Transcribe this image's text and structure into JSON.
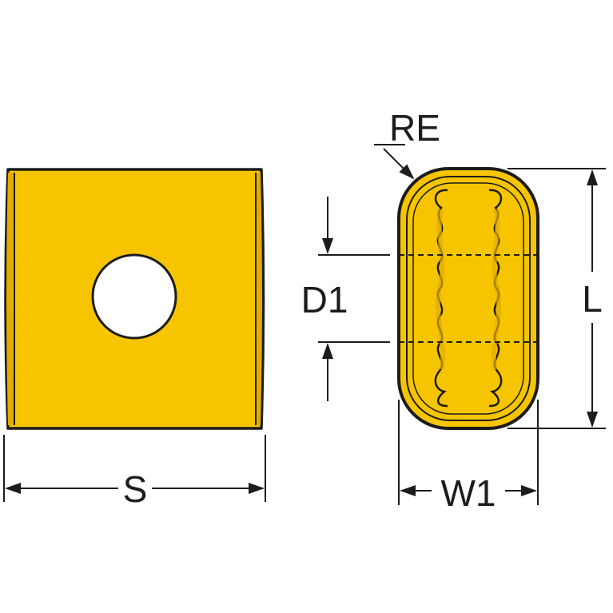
{
  "colors": {
    "insert_fill": "#f6c500",
    "insert_shade": "#e3ad00",
    "line": "#1c1c1c",
    "background": "#ffffff"
  },
  "labels": {
    "corner_radius": "RE",
    "hole_diameter": "D1",
    "length": "L",
    "width": "W1",
    "side": "S"
  },
  "icons": {
    "top_view": "square-insert-icon",
    "side_view": "rounded-insert-profile-icon"
  }
}
